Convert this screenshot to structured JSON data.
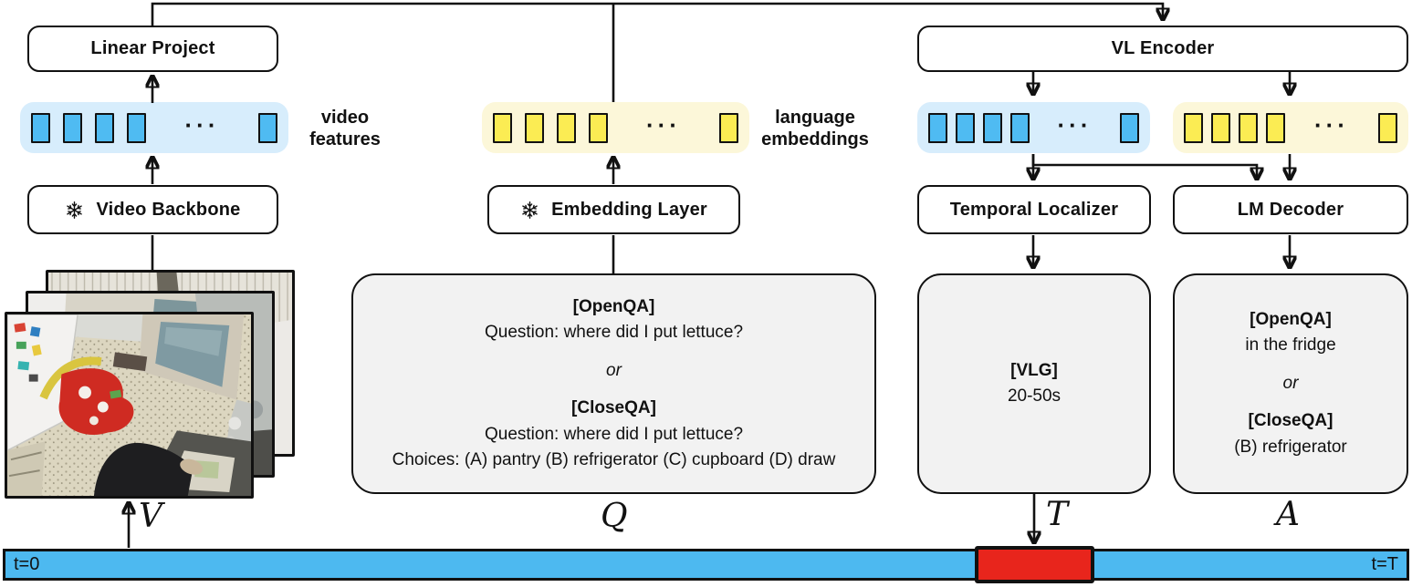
{
  "colors": {
    "token-blue": "#4FBBF2",
    "token-blue-bg": "#D7EDFC",
    "token-yellow": "#FBEC53",
    "token-yellow-bg": "#FCF7D9",
    "timeline-blue": "#4DB9F0",
    "highlight-red": "#E8251C",
    "panel-gray": "#F2F2F2"
  },
  "boxes": {
    "linear_project": "Linear Project",
    "video_backbone": "Video Backbone",
    "embedding_layer": "Embedding Layer",
    "vl_encoder": "VL Encoder",
    "temporal_localizer": "Temporal Localizer",
    "lm_decoder": "LM Decoder"
  },
  "token_rows": {
    "video_features": {
      "before": 4,
      "after": 1,
      "dots": "···"
    },
    "language_embeddings": {
      "before": 4,
      "after": 1,
      "dots": "···"
    },
    "encoded_video": {
      "before": 4,
      "after": 1,
      "dots": "···"
    },
    "encoded_language": {
      "before": 4,
      "after": 1,
      "dots": "···"
    }
  },
  "labels": {
    "video_features": [
      "video",
      "features"
    ],
    "language_embeddings": [
      "language",
      "embeddings"
    ]
  },
  "question_box": {
    "open_tag": "[OpenQA]",
    "open_question": "Question: where did I put lettuce?",
    "or": "or",
    "close_tag": "[CloseQA]",
    "close_question": "Question: where did I put lettuce?",
    "choices": "Choices: (A) pantry (B) refrigerator (C) cupboard (D) draw"
  },
  "vlg_box": {
    "tag": "[VLG]",
    "value": "20-50s"
  },
  "answer_box": {
    "open_tag": "[OpenQA]",
    "open_answer": "in the fridge",
    "or": "or",
    "close_tag": "[CloseQA]",
    "close_answer": "(B) refrigerator"
  },
  "symbols": {
    "video": "V",
    "query": "Q",
    "temporal": "T",
    "answer": "A"
  },
  "timeline": {
    "start": "t=0",
    "end": "t=T"
  }
}
